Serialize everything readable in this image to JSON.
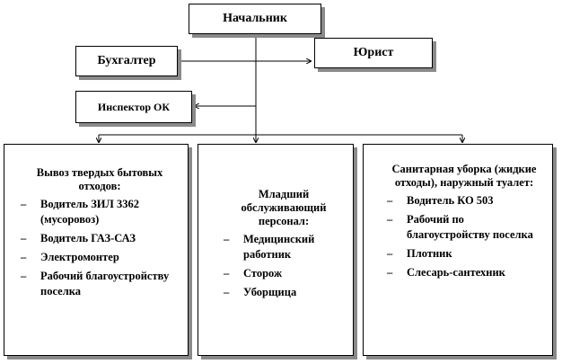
{
  "boss": "Начальник",
  "accountant": "Бухгалтер",
  "lawyer": "Юрист",
  "inspector": "Инспектор ОК",
  "bullet": "–",
  "departments": [
    {
      "title": "Вывоз твердых бытовых отходов:",
      "items": [
        "Водитель ЗИЛ 3362 (мусоровоз)",
        "Водитель ГАЗ-САЗ",
        "Электромонтер",
        "Рабочий благоустройству поселка"
      ]
    },
    {
      "title": "Младший обслуживающий персонал:",
      "items": [
        "Медицинский работник",
        "Сторож",
        "Уборщица"
      ]
    },
    {
      "title": "Санитарная уборка (жидкие отходы), наружный туалет:",
      "items": [
        "Водитель КО 503",
        "Рабочий по благоустройству поселка",
        "Плотник",
        "Слесарь-сантехник"
      ]
    }
  ]
}
